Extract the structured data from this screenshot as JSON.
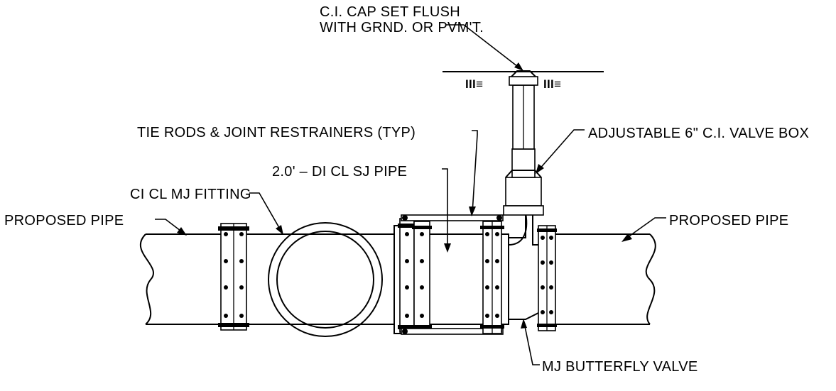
{
  "labels": {
    "cap_line1": "C.I. CAP SET FLUSH",
    "cap_line2": "WITH GRND. OR PVM'T.",
    "valve_box": "ADJUSTABLE 6\" C.I. VALVE BOX",
    "tie_rods": "TIE RODS & JOINT RESTRAINERS (TYP)",
    "sj_pipe": "2.0' – DI CL SJ PIPE",
    "mj_fitting": "CI CL MJ FITTING",
    "pipe_left": "PROPOSED PIPE",
    "pipe_right": "PROPOSED PIPE",
    "butterfly": "MJ BUTTERFLY VALVE",
    "ground_left": "III≡",
    "ground_right": "III≡"
  }
}
